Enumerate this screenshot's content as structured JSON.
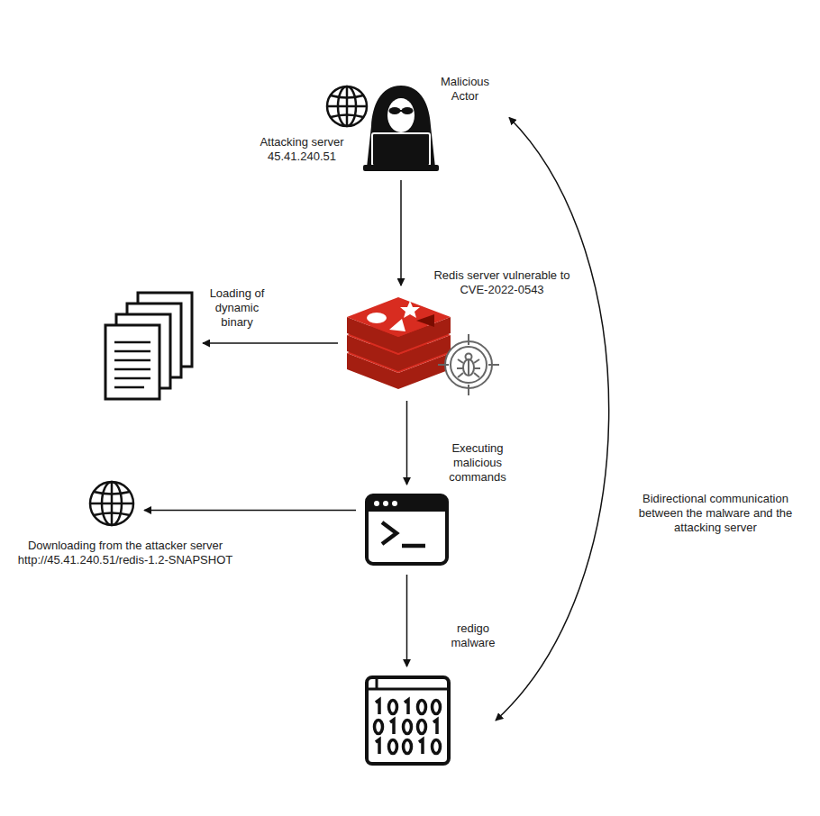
{
  "diagram": {
    "nodes": [
      {
        "text": [
          "Malicious Actor",
          "Attacking server 45.41.240.51"
        ]
      },
      {
        "text": [
          "Redis server vulnerable to CVE-2022-0543"
        ]
      },
      {
        "text": [
          "Loading of dynamic binary"
        ]
      },
      {
        "text": [
          "Executing malicious commands"
        ]
      },
      {
        "text": [
          "Downloading from the attacker server http://45.41.240.51/redis-1.2-SNAPSHOT"
        ]
      },
      {
        "text": [
          "redigo malware"
        ]
      }
    ],
    "edges": [
      {
        "from": 0,
        "to": 1,
        "arrow": "to"
      },
      {
        "from": 1,
        "to": 2,
        "arrow": "to"
      },
      {
        "from": 1,
        "to": 3,
        "arrow": "to"
      },
      {
        "from": 3,
        "to": 4,
        "arrow": "to"
      },
      {
        "from": 3,
        "to": 5,
        "arrow": "to"
      },
      {
        "from": 5,
        "to": 0,
        "label": "Bidirectional communication between the malware and the attacking server",
        "arrow": "both"
      }
    ]
  }
}
